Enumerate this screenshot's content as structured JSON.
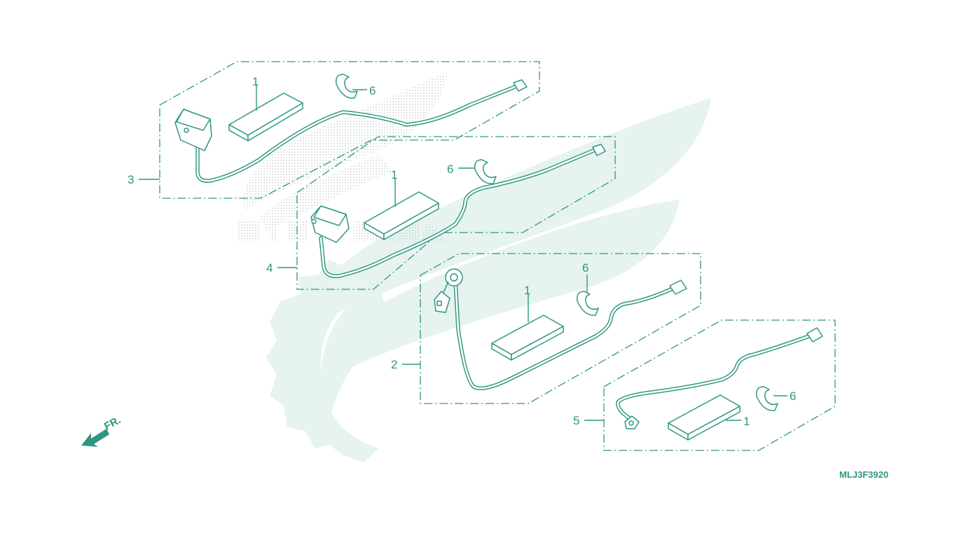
{
  "diagram": {
    "code": "MLJ3F3920",
    "front_indicator": "FR.",
    "groups": [
      {
        "ref": "3",
        "parts": [
          "1",
          "6"
        ]
      },
      {
        "ref": "4",
        "parts": [
          "1",
          "6"
        ]
      },
      {
        "ref": "2",
        "parts": [
          "1",
          "6"
        ]
      },
      {
        "ref": "5",
        "parts": [
          "1",
          "6"
        ]
      }
    ],
    "colors": {
      "line": "#2f9683",
      "watermark": "#e6f3ef",
      "background": "#ffffff"
    }
  }
}
